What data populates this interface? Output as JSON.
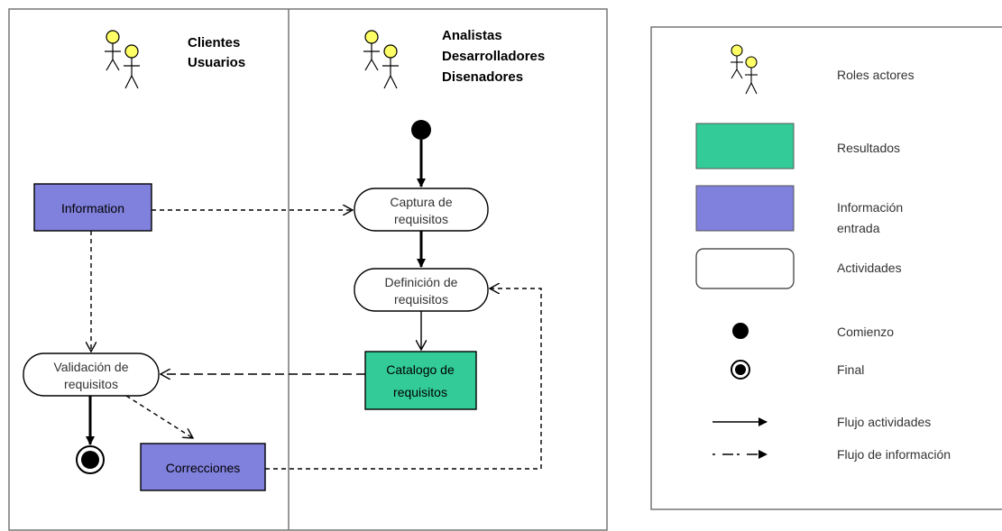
{
  "swimlanes": {
    "left": {
      "line1": "Clientes",
      "line2": "Usuarios"
    },
    "right": {
      "line1": "Analistas",
      "line2": "Desarrolladores",
      "line3": "Disenadores"
    }
  },
  "nodes": {
    "information": "Information",
    "captura_line1": "Captura de",
    "captura_line2": "requisitos",
    "definicion_line1": "Definición de",
    "definicion_line2": "requisitos",
    "catalogo_line1": "Catalogo de",
    "catalogo_line2": "requisitos",
    "validacion_line1": "Validación de",
    "validacion_line2": "requisitos",
    "correcciones": "Correcciones"
  },
  "legend": {
    "roles": "Roles actores",
    "resultados": "Resultados",
    "info_line1": "Información",
    "info_line2": "entrada",
    "actividades": "Actividades",
    "comienzo": "Comienzo",
    "final": "Final",
    "flujo_actividades": "Flujo actividades",
    "flujo_informacion": "Flujo de información"
  },
  "colors": {
    "resultados": "#33cc99",
    "informacion": "#8080dd",
    "actor_head": "#ffff66",
    "line": "#000000",
    "frame": "#777777"
  }
}
